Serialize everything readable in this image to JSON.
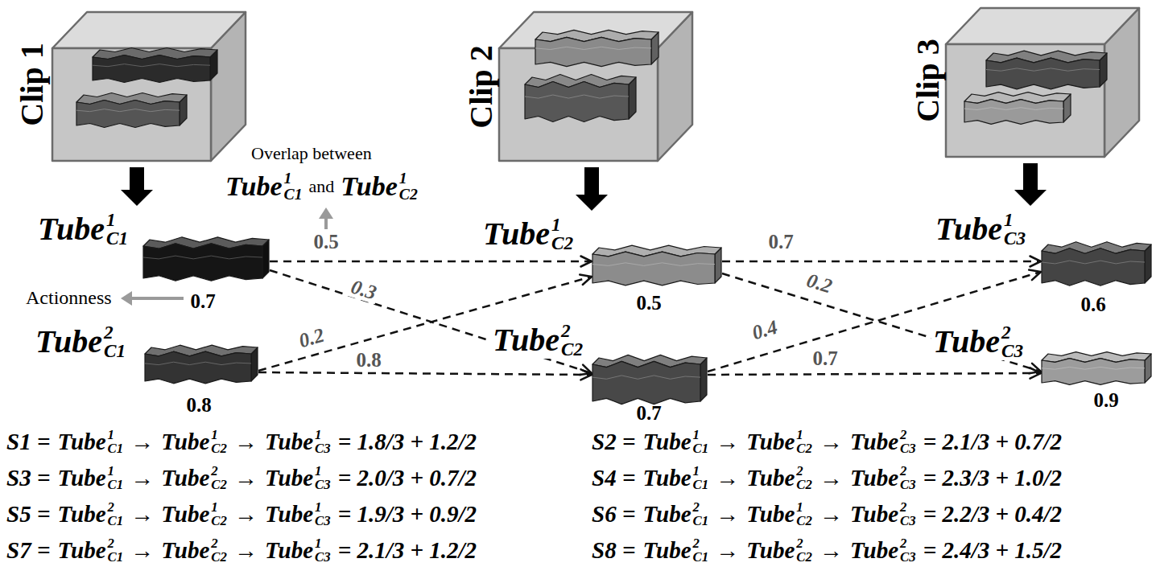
{
  "diagram": {
    "nodes": [
      {
        "text": [
          "Clip 1"
        ]
      },
      {
        "text": [
          "Tube",
          "1",
          "C1",
          "0.7"
        ]
      },
      {
        "text": [
          "Tube",
          "2",
          "C1",
          "0.8"
        ]
      },
      {
        "text": [
          "Clip 2"
        ]
      },
      {
        "text": [
          "Tube",
          "1",
          "C2",
          "0.5"
        ]
      },
      {
        "text": [
          "Tube",
          "2",
          "C2",
          "0.7"
        ]
      },
      {
        "text": [
          "Clip 3"
        ]
      },
      {
        "text": [
          "Tube",
          "1",
          "C3",
          "0.6"
        ]
      },
      {
        "text": [
          "Tube",
          "2",
          "C3",
          "0.9"
        ]
      }
    ],
    "edges": [
      {
        "from": 0,
        "to": 1,
        "arrow": "to"
      },
      {
        "from": 3,
        "to": 4,
        "arrow": "to"
      },
      {
        "from": 6,
        "to": 7,
        "arrow": "to"
      },
      {
        "from": 1,
        "to": 4,
        "label": "0.5",
        "arrow": "to"
      },
      {
        "from": 1,
        "to": 5,
        "label": "0.3",
        "arrow": "to"
      },
      {
        "from": 2,
        "to": 4,
        "label": "0.2",
        "arrow": "to"
      },
      {
        "from": 2,
        "to": 5,
        "label": "0.8",
        "arrow": "to"
      },
      {
        "from": 4,
        "to": 7,
        "label": "0.7",
        "arrow": "to"
      },
      {
        "from": 4,
        "to": 8,
        "label": "0.2",
        "arrow": "to"
      },
      {
        "from": 5,
        "to": 7,
        "label": "0.4",
        "arrow": "to"
      },
      {
        "from": 5,
        "to": 8,
        "label": "0.7",
        "arrow": "to"
      }
    ],
    "labels": [
      "Overlap between",
      "Tube",
      "1",
      "C1",
      "and",
      "Tube",
      "1",
      "C2",
      "Actionness",
      "S1 =",
      "Tube",
      "1",
      "C1",
      "→",
      "Tube",
      "1",
      "C2",
      "→",
      "Tube",
      "1",
      "C3",
      "= 1.8/3 + 1.2/2",
      "S2 =",
      "Tube",
      "1",
      "C1",
      "→",
      "Tube",
      "1",
      "C2",
      "→",
      "Tube",
      "2",
      "C3",
      "= 2.1/3 + 0.7/2",
      "S3 =",
      "Tube",
      "1",
      "C1",
      "→",
      "Tube",
      "2",
      "C2",
      "→",
      "Tube",
      "1",
      "C3",
      "= 2.0/3 + 0.7/2",
      "S4 =",
      "Tube",
      "1",
      "C1",
      "→",
      "Tube",
      "2",
      "C2",
      "→",
      "Tube",
      "2",
      "C3",
      "= 2.3/3 + 1.0/2",
      "S5 =",
      "Tube",
      "2",
      "C1",
      "→",
      "Tube",
      "1",
      "C2",
      "→",
      "Tube",
      "1",
      "C3",
      "= 1.9/3 + 0.9/2",
      "S6 =",
      "Tube",
      "2",
      "C1",
      "→",
      "Tube",
      "1",
      "C2",
      "→",
      "Tube",
      "2",
      "C3",
      "= 2.2/3 + 0.4/2",
      "S7 =",
      "Tube",
      "2",
      "C1",
      "→",
      "Tube",
      "2",
      "C2",
      "→",
      "Tube",
      "1",
      "C3",
      "= 2.1/3 + 1.2/2",
      "S8 =",
      "Tube",
      "2",
      "C1",
      "→",
      "Tube",
      "2",
      "C2",
      "→",
      "Tube",
      "2",
      "C3",
      "= 2.4/3 + 1.5/2"
    ]
  }
}
